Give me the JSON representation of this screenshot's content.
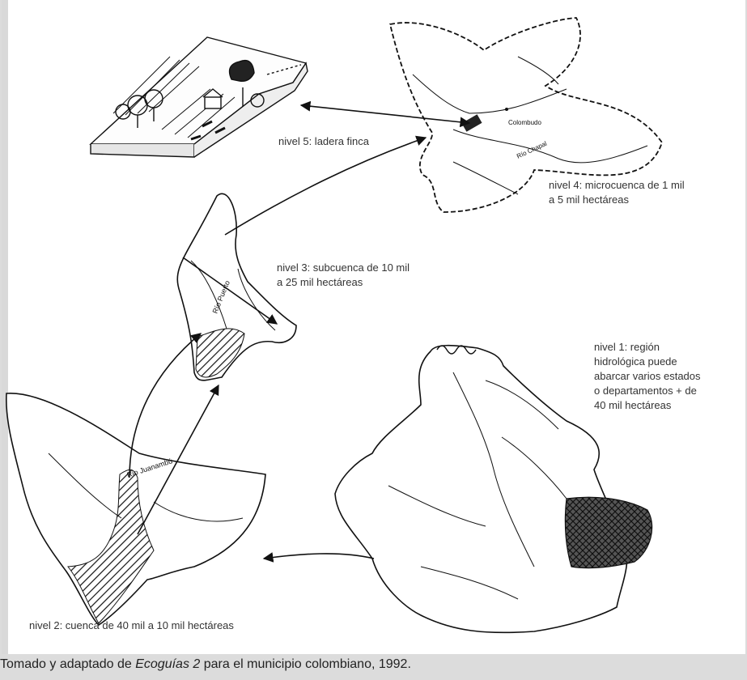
{
  "labels": {
    "nivel5": "nivel 5: ladera finca",
    "nivel4_l1": "nivel 4: microcuenca de 1 mil",
    "nivel4_l2": "a 5 mil hectáreas",
    "nivel3_l1": "nivel 3: subcuenca de 10 mil",
    "nivel3_l2": "a 25 mil hectáreas",
    "nivel1_l1": "nivel 1: región",
    "nivel1_l2": "hidrológica puede",
    "nivel1_l3": "abarcar varios estados",
    "nivel1_l4": "o departamentos + de",
    "nivel1_l5": "40 mil hectáreas",
    "nivel2": "nivel 2: cuenca de 40 mil a 10 mil hectáreas"
  },
  "map_text": {
    "colombudo": "Colombudo",
    "rio_chapal": "Río Chapal",
    "rio_puerto": "Río Puerto",
    "rio_juanambu": "Río Juanambú"
  },
  "caption": {
    "before": "Tomado y adaptado de ",
    "italic": "Ecoguías 2",
    "after": " para el municipio colombiano, 1992."
  }
}
